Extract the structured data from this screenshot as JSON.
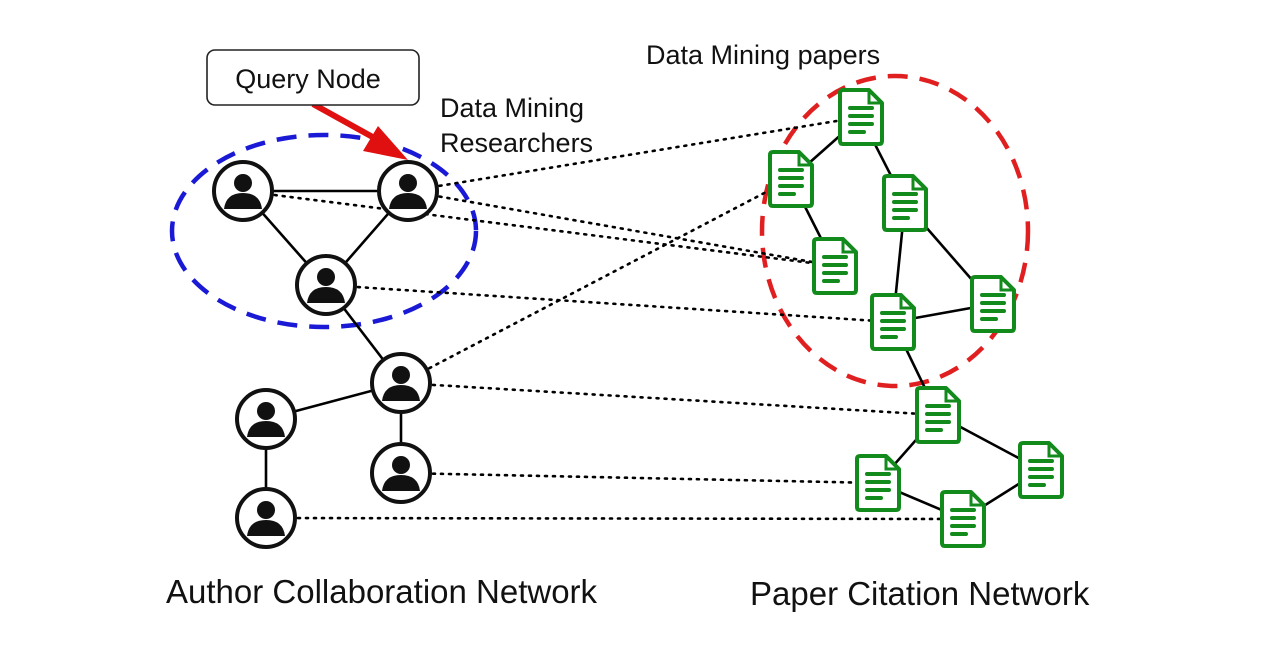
{
  "labels": {
    "query_node": "Query Node",
    "dm_researchers_line1": "Data Mining",
    "dm_researchers_line2": "Researchers",
    "dm_papers": "Data Mining papers",
    "author_network": "Author Collaboration Network",
    "paper_network": "Paper Citation Network"
  },
  "colors": {
    "author_fill": "#111111",
    "author_ring": "#111111",
    "paper": "#138a1c",
    "researcher_group_outline": "#1a1ad6",
    "paper_group_outline": "#e02020",
    "query_arrow": "#e01010",
    "edge": "#000000"
  },
  "icons": {
    "author": "person-icon",
    "paper": "document-icon"
  },
  "authors": [
    {
      "id": "a1",
      "role": "data-mining-researcher"
    },
    {
      "id": "a2",
      "role": "query-node"
    },
    {
      "id": "a3",
      "role": "data-mining-researcher"
    },
    {
      "id": "a4",
      "role": "author"
    },
    {
      "id": "a5",
      "role": "author"
    },
    {
      "id": "a6",
      "role": "author"
    },
    {
      "id": "a7",
      "role": "author"
    }
  ],
  "papers": [
    {
      "id": "p1",
      "group": "data-mining"
    },
    {
      "id": "p2",
      "group": "data-mining"
    },
    {
      "id": "p3",
      "group": "data-mining"
    },
    {
      "id": "p4",
      "group": "data-mining"
    },
    {
      "id": "p5",
      "group": "data-mining"
    },
    {
      "id": "p6",
      "group": "data-mining"
    },
    {
      "id": "p7",
      "group": "other"
    },
    {
      "id": "p8",
      "group": "other"
    },
    {
      "id": "p9",
      "group": "other"
    },
    {
      "id": "p10",
      "group": "other"
    }
  ],
  "collaboration_edges": [
    [
      "a1",
      "a2"
    ],
    [
      "a1",
      "a3"
    ],
    [
      "a2",
      "a3"
    ],
    [
      "a3",
      "a4"
    ],
    [
      "a4",
      "a5"
    ],
    [
      "a4",
      "a6"
    ],
    [
      "a5",
      "a7"
    ]
  ],
  "citation_edges": [
    [
      "p1",
      "p2"
    ],
    [
      "p1",
      "p3"
    ],
    [
      "p2",
      "p4"
    ],
    [
      "p3",
      "p5"
    ],
    [
      "p3",
      "p6"
    ],
    [
      "p5",
      "p6"
    ],
    [
      "p5",
      "p7"
    ],
    [
      "p7",
      "p8"
    ],
    [
      "p7",
      "p10"
    ],
    [
      "p8",
      "p9"
    ],
    [
      "p9",
      "p10"
    ]
  ],
  "authorship_links": [
    [
      "a2",
      "p1"
    ],
    [
      "a2",
      "p4"
    ],
    [
      "a1",
      "p4"
    ],
    [
      "a3",
      "p5"
    ],
    [
      "a4",
      "p2"
    ],
    [
      "a4",
      "p7"
    ],
    [
      "a6",
      "p8"
    ],
    [
      "a7",
      "p9"
    ]
  ]
}
